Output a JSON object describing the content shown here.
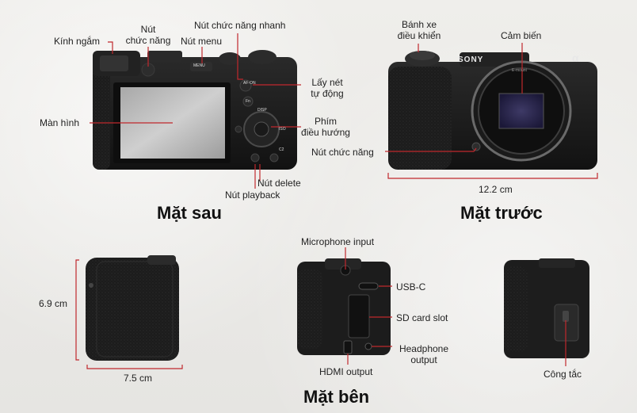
{
  "rear_view": {
    "heading": "Mặt sau",
    "labels": {
      "viewfinder": "Kính ngắm",
      "function_button": [
        "Nút",
        "chức năng"
      ],
      "menu_button": "Nút menu",
      "quick_function_button": "Nút chức năng nhanh",
      "autofocus": [
        "Lấy nét",
        "tự động"
      ],
      "screen": "Màn hình",
      "nav_keys": [
        "Phím",
        "điều hướng"
      ],
      "delete_button": "Nút delete",
      "playback_button": "Nút playback"
    },
    "camera_marks": {
      "menu": "MENU",
      "af_on": "AF-ON",
      "fn": "Fn",
      "disp": "DISP",
      "iso": "ISO",
      "c2": "C2"
    }
  },
  "front_view": {
    "heading": "Mặt trước",
    "labels": {
      "control_wheel": [
        "Bánh xe",
        "điều khiển"
      ],
      "sensor": "Cảm biến",
      "function_button": "Nút chức năng"
    },
    "width_dimension": "12.2 cm",
    "camera_marks": {
      "brand": "SONY",
      "alpha": "α",
      "mount": "E-mount"
    }
  },
  "side_view": {
    "heading": "Mặt bên",
    "height_dimension": "6.9 cm",
    "depth_dimension": "7.5 cm",
    "labels": {
      "mic_input": "Microphone input",
      "usb_c": "USB-C",
      "sd_slot": "SD card slot",
      "headphone_output": [
        "Headphone",
        "output"
      ],
      "hdmi_output": "HDMI output",
      "switch": "Công tắc"
    }
  },
  "colors": {
    "accent": "#c0282d",
    "camera_body": "#1b1b1b",
    "background": "#ecebe8"
  }
}
